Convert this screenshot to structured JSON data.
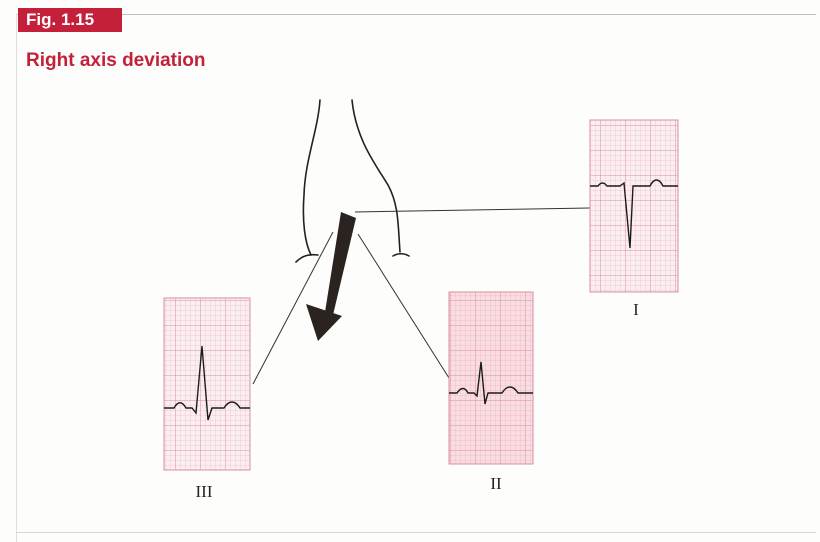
{
  "figure": {
    "label": "Fig. 1.15",
    "title": "Right axis deviation"
  },
  "leads": {
    "I": "I",
    "II": "II",
    "III": "III"
  },
  "colors": {
    "accent": "#c4203a",
    "ecg_grid": "#d98f9c",
    "ecg_paper_pink": "#f9dde2",
    "ecg_paper_light": "#fbeef0",
    "axis_arrow": "#2a2320"
  }
}
